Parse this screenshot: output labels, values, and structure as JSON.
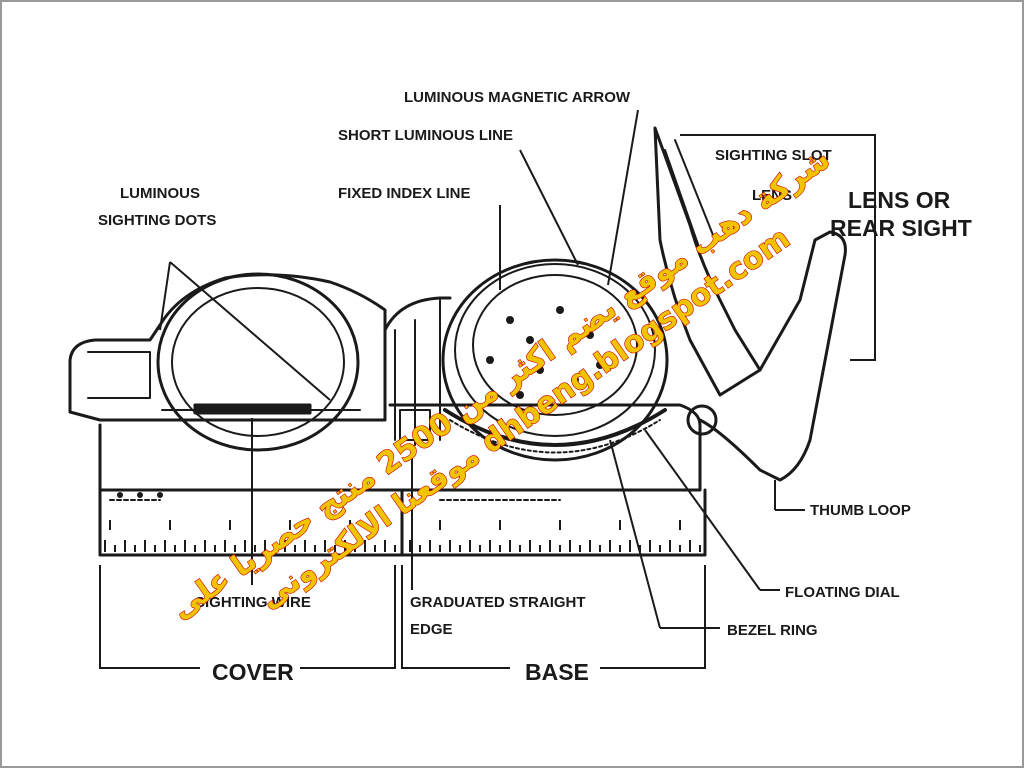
{
  "diagram": {
    "labels": {
      "luminous_magnetic_arrow": "LUMINOUS MAGNETIC ARROW",
      "short_luminous_line": "SHORT LUMINOUS LINE",
      "fixed_index_line": "FIXED INDEX LINE",
      "luminous_sighting_dots_1": "LUMINOUS",
      "luminous_sighting_dots_2": "SIGHTING DOTS",
      "sighting_slot_1": "SIGHTING SLOT",
      "sighting_slot_2": "LENS",
      "lens_or_rear_sight_1": "LENS OR",
      "lens_or_rear_sight_2": "REAR SIGHT",
      "thumb_loop": "THUMB LOOP",
      "floating_dial": "FLOATING DIAL",
      "bezel_ring": "BEZEL RING",
      "sighting_wire": "SIGHTING WIRE",
      "graduated_straight_edge_1": "GRADUATED STRAIGHT",
      "graduated_straight_edge_2": "EDGE",
      "cover": "COVER",
      "base": "BASE"
    },
    "colors": {
      "line": "#1a1a1a",
      "frame": "#9a9a9a",
      "watermark_fill": "#f2c300",
      "watermark_stroke": "#c80000"
    }
  },
  "watermark": {
    "line1": "شركة دهب موقع يضم اكثر من 2500 منتج حصريا على",
    "line2": "موقعنا الالكترونى dhbeng.blogspot.com"
  }
}
